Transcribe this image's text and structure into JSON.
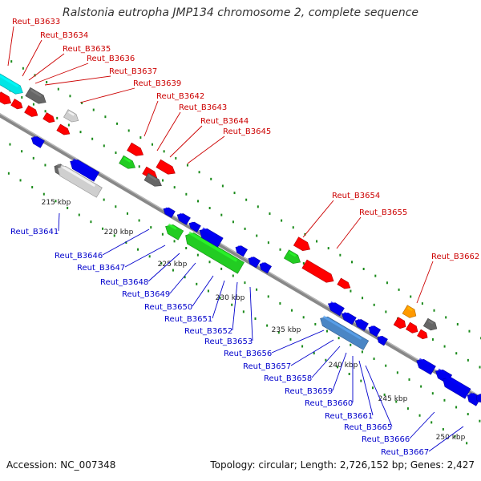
{
  "title": "Ralstonia eutropha JMP134 chromosome 2, complete sequence",
  "footer": {
    "accession": "Accession: NC_007348",
    "summary": "Topology: circular; Length: 2,726,152 bp; Genes: 2,427"
  },
  "colors": {
    "forward_label": "#cc0000",
    "reverse_label": "#0000cc",
    "backbone": "#888888",
    "tick": "#1a8a1a",
    "red": "#ff0000",
    "blue": "#0000ee",
    "green": "#22cc22",
    "cyan": "#00e5e5",
    "gray": "#666666",
    "light_gray": "#cfcfcf",
    "steel_blue": "#4a86c5",
    "orange": "#ff9900"
  },
  "ticks": [
    "215 kbp",
    "220 kbp",
    "225 kbp",
    "230 kbp",
    "235 kbp",
    "240 kbp",
    "245 kbp",
    "250 kbp"
  ],
  "forward_labels": [
    "Reut_B3633",
    "Reut_B3634",
    "Reut_B3635",
    "Reut_B3636",
    "Reut_B3637",
    "Reut_B3639",
    "Reut_B3642",
    "Reut_B3643",
    "Reut_B3644",
    "Reut_B3645",
    "Reut_B3654",
    "Reut_B3655",
    "Reut_B3662"
  ],
  "reverse_labels": [
    "Reut_B3641",
    "Reut_B3646",
    "Reut_B3647",
    "Reut_B3648",
    "Reut_B3649",
    "Reut_B3650",
    "Reut_B3651",
    "Reut_B3652",
    "Reut_B3653",
    "Reut_B3656",
    "Reut_B3657",
    "Reut_B3658",
    "Reut_B3659",
    "Reut_B3660",
    "Reut_B3661",
    "Reut_B3665",
    "Reut_B3666",
    "Reut_B3667"
  ],
  "genes": [
    {
      "strand": "forward",
      "color": "cyan"
    },
    {
      "strand": "forward",
      "color": "gray"
    },
    {
      "strand": "forward",
      "color": "red"
    },
    {
      "strand": "forward",
      "color": "red"
    },
    {
      "strand": "forward",
      "color": "red"
    },
    {
      "strand": "forward",
      "color": "red"
    },
    {
      "strand": "forward",
      "color": "red"
    },
    {
      "strand": "forward",
      "color": "light_gray"
    },
    {
      "strand": "forward",
      "color": "red"
    },
    {
      "strand": "forward",
      "color": "green"
    },
    {
      "strand": "forward",
      "color": "red"
    },
    {
      "strand": "forward",
      "color": "red"
    },
    {
      "strand": "forward",
      "color": "gray"
    },
    {
      "strand": "forward",
      "color": "red"
    },
    {
      "strand": "forward",
      "color": "green"
    },
    {
      "strand": "forward",
      "color": "red"
    },
    {
      "strand": "forward",
      "color": "red"
    },
    {
      "strand": "forward",
      "color": "orange"
    },
    {
      "strand": "forward",
      "color": "red"
    },
    {
      "strand": "forward",
      "color": "red"
    },
    {
      "strand": "forward",
      "color": "red"
    },
    {
      "strand": "forward",
      "color": "gray"
    },
    {
      "strand": "reverse",
      "color": "blue"
    },
    {
      "strand": "reverse",
      "color": "gray"
    },
    {
      "strand": "reverse",
      "color": "blue"
    },
    {
      "strand": "reverse",
      "color": "light_gray"
    },
    {
      "strand": "reverse",
      "color": "blue"
    },
    {
      "strand": "reverse",
      "color": "blue"
    },
    {
      "strand": "reverse",
      "color": "blue"
    },
    {
      "strand": "reverse",
      "color": "green"
    },
    {
      "strand": "reverse",
      "color": "green"
    },
    {
      "strand": "reverse",
      "color": "blue"
    },
    {
      "strand": "reverse",
      "color": "blue"
    },
    {
      "strand": "reverse",
      "color": "blue"
    },
    {
      "strand": "reverse",
      "color": "blue"
    },
    {
      "strand": "reverse",
      "color": "blue"
    },
    {
      "strand": "reverse",
      "color": "blue"
    },
    {
      "strand": "reverse",
      "color": "blue"
    },
    {
      "strand": "reverse",
      "color": "steel_blue"
    },
    {
      "strand": "reverse",
      "color": "blue"
    },
    {
      "strand": "reverse",
      "color": "blue"
    },
    {
      "strand": "reverse",
      "color": "blue"
    },
    {
      "strand": "reverse",
      "color": "blue"
    },
    {
      "strand": "reverse",
      "color": "blue"
    },
    {
      "strand": "reverse",
      "color": "blue"
    },
    {
      "strand": "reverse",
      "color": "blue"
    }
  ]
}
